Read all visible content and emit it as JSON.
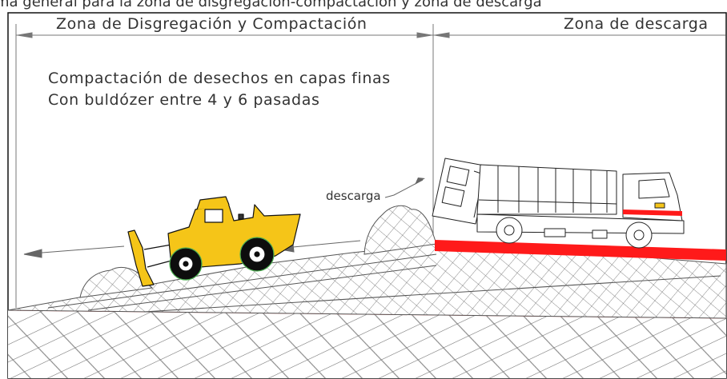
{
  "header": {
    "top_line": "ma general para la zona de disgregación-compactación y zona de descarga",
    "zone_left": "Zona de Disgregación y Compactación",
    "zone_right": "Zona de descarga"
  },
  "notes": {
    "line1": "Compactación de desechos en capas finas",
    "line2": "Con buldózer entre 4 y 6 pasadas"
  },
  "callout": {
    "descarga": "descarga"
  },
  "colors": {
    "bulldozer": "#f5c518",
    "unloading_ramp": "#ff1a1a",
    "waste_hatch": "#555555",
    "ground_line": "#e05050",
    "frame": "#111111"
  }
}
